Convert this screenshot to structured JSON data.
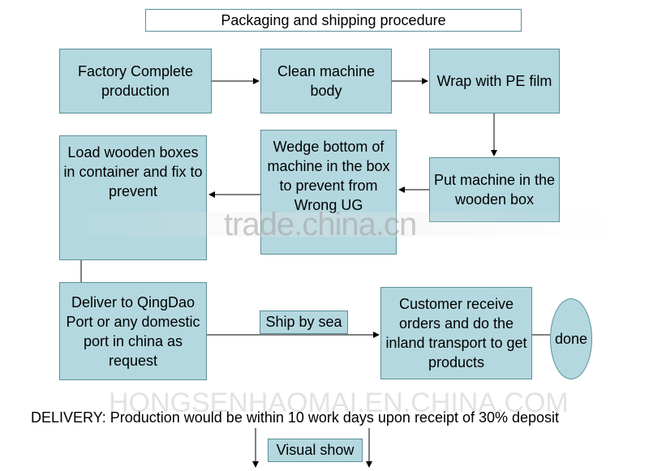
{
  "title": "Packaging and shipping procedure",
  "steps": {
    "factory": "Factory Complete production",
    "clean": "Clean machine body",
    "wrap": "Wrap with PE film",
    "put_box": "Put machine in the wooden box",
    "wedge": "Wedge bottom of machine in the box to prevent from Wrong UG",
    "load": "Load wooden boxes in container and fix to prevent",
    "deliver": "Deliver to QingDao Port or any domestic port in china as request",
    "ship": "Ship by sea",
    "customer": "Customer receive orders and do the inland transport to get products",
    "done": "done"
  },
  "delivery_note": "DELIVERY: Production would be within 10 work days upon receipt of 30% deposit",
  "visual_show": "Visual show",
  "watermarks": {
    "main": "trade.china.cn",
    "bottom": "HONGSENHAOMAI.EN.CHINA.COM"
  },
  "colors": {
    "box_fill": "#b4d8df",
    "box_border": "#5c8f98"
  }
}
